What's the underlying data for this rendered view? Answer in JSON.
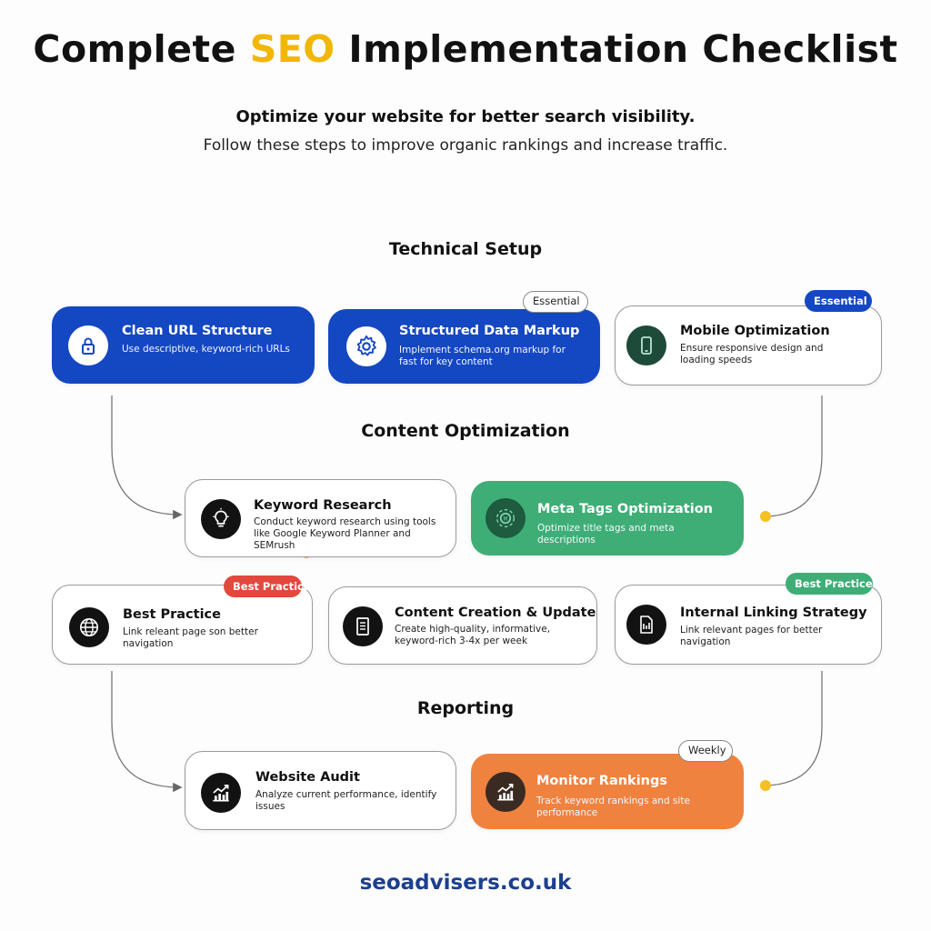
{
  "header": {
    "title_pre": "Complete",
    "title_accent": "SEO",
    "title_post": "Implementation Checklist",
    "subtitle": "Optimize your website for better search visibility.",
    "subtext": "Follow these steps to improve organic rankings and increase traffic."
  },
  "sections": {
    "technical": "Technical Setup",
    "content": "Content Optimization",
    "reporting": "Reporting"
  },
  "cards": {
    "clean_url": {
      "title": "Clean URL Structure",
      "desc": "Use descriptive, keyword-rich URLs",
      "icon": "lock-icon"
    },
    "structured_data": {
      "title": "Structured Data Markup",
      "desc": "Implement schema.org markup for fast for key content",
      "badge": "Essential",
      "icon": "gear-icon"
    },
    "mobile": {
      "title": "Mobile Optimization",
      "desc": "Ensure responsive design and loading speeds",
      "badge": "Essential",
      "icon": "smartphone-icon"
    },
    "keyword": {
      "title": "Keyword Research",
      "desc": "Conduct keyword research using tools like Google Keyword Planner and SEMrush",
      "icon": "lightbulb-icon"
    },
    "meta": {
      "title": "Meta Tags Optimization",
      "desc": "Optimize title tags and meta descriptions",
      "icon": "tag-gear-icon"
    },
    "best_practice": {
      "title": "Best Practice",
      "desc": "Link releant page son better navigation",
      "badge": "Best Practice",
      "icon": "globe-icon"
    },
    "content_creation": {
      "title": "Content Creation & Update",
      "desc": "Create high-quality, informative, keyword-rich 3-4x per week",
      "icon": "document-icon"
    },
    "internal": {
      "title": "Internal Linking Strategy",
      "desc": "Link relevant pages for better navigation",
      "badge": "Best Practice",
      "icon": "chart-document-icon"
    },
    "audit": {
      "title": "Website Audit",
      "desc": "Analyze current performance, identify issues",
      "icon": "growth-chart-icon"
    },
    "monitor": {
      "title": "Monitor Rankings",
      "desc": "Track keyword rankings and site performance",
      "badge": "Weekly",
      "icon": "growth-chart-icon"
    }
  },
  "footer": {
    "url": "seoadvisers.co.uk"
  },
  "colors": {
    "blue": "#1447c2",
    "green": "#3fae76",
    "orange": "#f0823f",
    "accent": "#f2b705",
    "red": "#e2483d"
  }
}
